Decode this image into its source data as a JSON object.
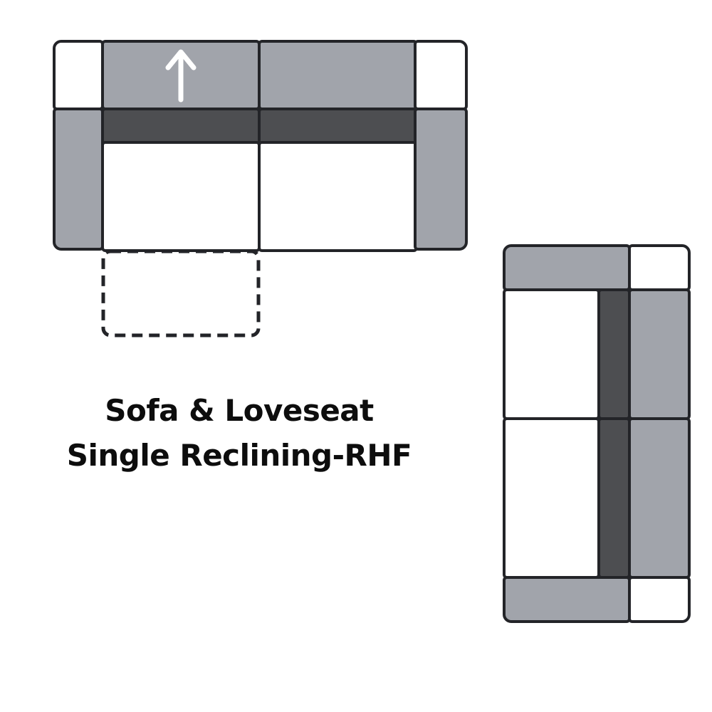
{
  "title": {
    "line1": "Sofa & Loveseat",
    "line2": "Single Reclining-RHF"
  },
  "colors": {
    "bg": "#ffffff",
    "outline": "#232428",
    "shadeLight": "#a1a4ab",
    "shadeDark": "#4d4e51",
    "seat": "#ffffff",
    "arrow": "#ffffff",
    "text": "#0d0d0d"
  },
  "icons": {
    "direction_arrow": "arrow-up"
  }
}
